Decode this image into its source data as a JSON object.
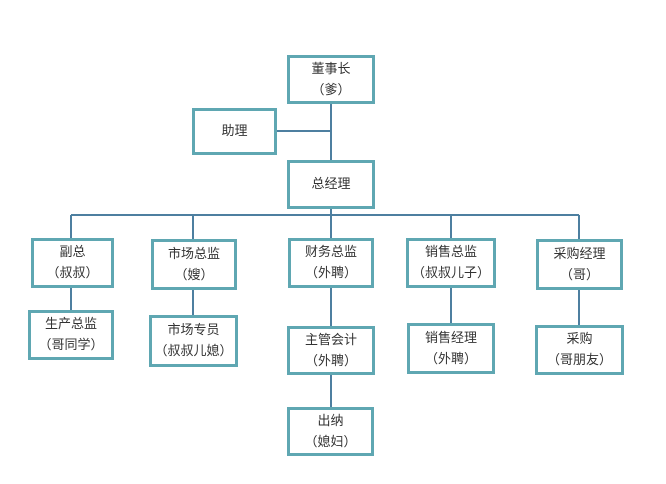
{
  "colors": {
    "box_border": "#5fa7b2",
    "connector": "#4d7fa0",
    "text": "#333333",
    "background": "#ffffff"
  },
  "nodes": {
    "chairman": {
      "title": "董事长",
      "note": "（爹）"
    },
    "assistant": {
      "title": "助理"
    },
    "general_manager": {
      "title": "总经理"
    },
    "deputy": {
      "title": "副总",
      "note": "（叔叔）"
    },
    "production_director": {
      "title": "生产总监",
      "note": "（哥同学）"
    },
    "marketing_director": {
      "title": "市场总监",
      "note": "（嫂）"
    },
    "marketing_specialist": {
      "title": "市场专员",
      "note": "（叔叔儿媳）"
    },
    "finance_director": {
      "title": "财务总监",
      "note": "（外聘）"
    },
    "chief_accountant": {
      "title": "主管会计",
      "note": "（外聘）"
    },
    "cashier": {
      "title": "出纳",
      "note": "（媳妇）"
    },
    "sales_director": {
      "title": "销售总监",
      "note": "（叔叔儿子）"
    },
    "sales_manager": {
      "title": "销售经理",
      "note": "（外聘）"
    },
    "purchasing_manager": {
      "title": "采购经理",
      "note": "（哥）"
    },
    "purchaser": {
      "title": "采购",
      "note": "（哥朋友）"
    }
  }
}
